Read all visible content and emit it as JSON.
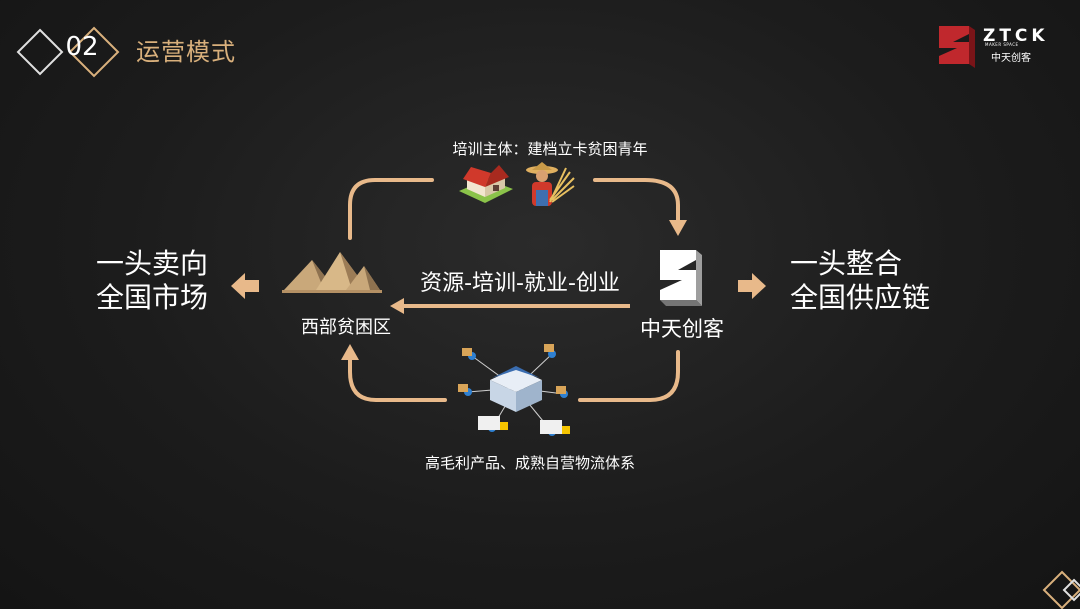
{
  "header": {
    "section_number": "02",
    "section_title": "运营模式"
  },
  "logo": {
    "brand_letters": "ZTCK",
    "brand_sub": "MAKER SPACE",
    "brand_cn": "中天创客"
  },
  "diagram": {
    "top_label": "培训主体：建档立卡贫困青年",
    "center_flow_label": "资源-培训-就业-创业",
    "left_node_label": "西部贫困区",
    "right_node_label": "中天创客",
    "bottom_label": "高毛利产品、成熟自营物流体系",
    "left_outcome": [
      "一头卖向",
      "全国市场"
    ],
    "right_outcome": [
      "一头整合",
      "全国供应链"
    ]
  },
  "colors": {
    "accent": "#d9b07c",
    "arrow": "#e8b98a",
    "brand_red": "#c0282d",
    "text": "#ffffff",
    "background": "#1c1c1c"
  },
  "icons": [
    "diamond-outline-icon",
    "farmhouse-icon",
    "farmer-icon",
    "pyramids-icon",
    "ztck-logo-icon",
    "logistics-network-icon",
    "arrow-left-icon",
    "arrow-right-icon"
  ]
}
